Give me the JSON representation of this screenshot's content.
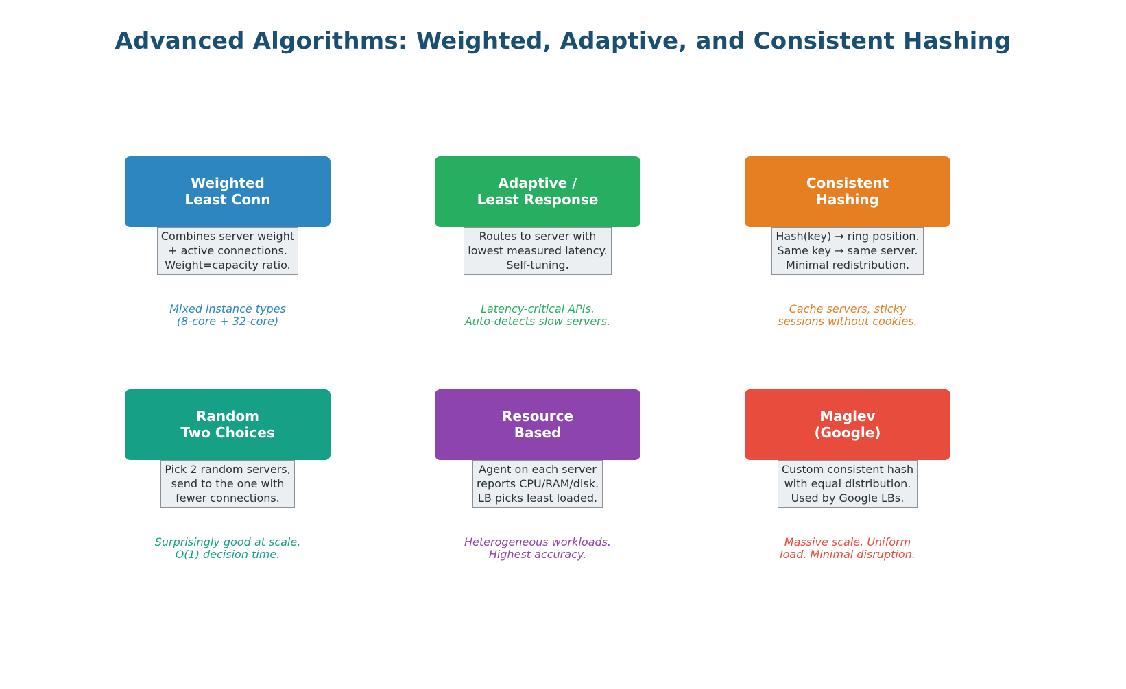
{
  "title": "Advanced Algorithms: Weighted, Adaptive, and Consistent Hashing",
  "cards": [
    {
      "id": "weighted-least-conn",
      "title": "Weighted\nLeast Conn",
      "color": "#2e86c1",
      "description": "Combines server weight\n+ active connections.\nWeight=capacity ratio.",
      "caption": "Mixed instance types\n(8-core + 32-core)"
    },
    {
      "id": "adaptive-least-response",
      "title": "Adaptive /\nLeast Response",
      "color": "#27ae60",
      "description": "Routes to server with\nlowest measured latency.\nSelf-tuning.",
      "caption": "Latency-critical APIs.\nAuto-detects slow servers."
    },
    {
      "id": "consistent-hashing",
      "title": "Consistent\nHashing",
      "color": "#e67e22",
      "description": "Hash(key) → ring position.\nSame key → same server.\nMinimal redistribution.",
      "caption": "Cache servers, sticky\nsessions without cookies."
    },
    {
      "id": "random-two-choices",
      "title": "Random\nTwo Choices",
      "color": "#16a085",
      "description": "Pick 2 random servers,\nsend to the one with\nfewer connections.",
      "caption": "Surprisingly good at scale.\nO(1) decision time."
    },
    {
      "id": "resource-based",
      "title": "Resource\nBased",
      "color": "#8e44ad",
      "description": "Agent on each server\nreports CPU/RAM/disk.\nLB picks least loaded.",
      "caption": "Heterogeneous workloads.\nHighest accuracy."
    },
    {
      "id": "maglev-google",
      "title": "Maglev\n(Google)",
      "color": "#e74c3c",
      "description": "Custom consistent hash\nwith equal distribution.\nUsed by Google LBs.",
      "caption": "Massive scale. Uniform\nload. Minimal disruption."
    }
  ],
  "theme": {
    "title_color": "#1b4f72",
    "background": "#ffffff",
    "desc_background": "#eceff1",
    "desc_border": "#8a9199",
    "desc_text": "#263238"
  }
}
